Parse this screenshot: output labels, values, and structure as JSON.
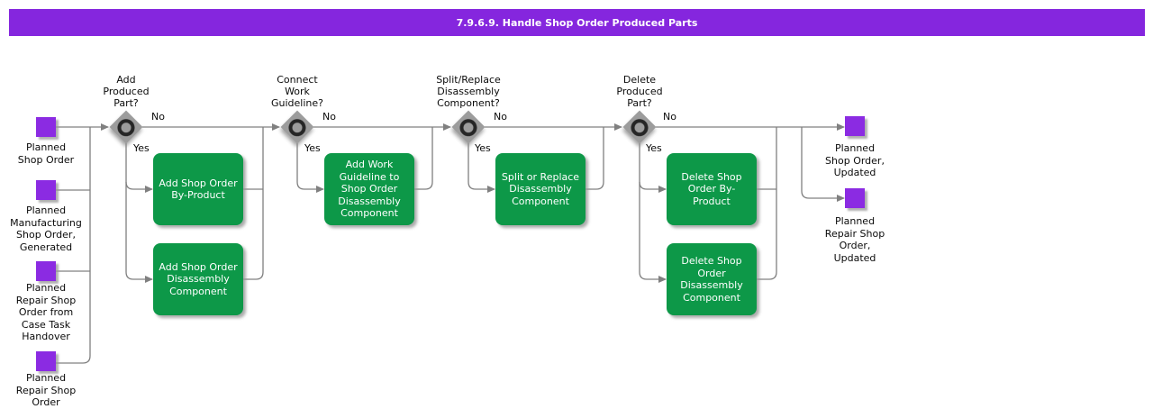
{
  "title": "7.9.6.9. Handle Shop Order Produced Parts",
  "colors": {
    "banner_purple": "#8526DE",
    "node_purple": "#8B2BE2",
    "activity_green": "#0D9848",
    "connector_gray": "#808080",
    "gateway_gray": "#9C9C9C",
    "gateway_ring": "#262626",
    "label_text": "#0A0A0A",
    "activity_text": "#FFFFFF"
  },
  "inputs": [
    {
      "label": "Planned\nShop Order"
    },
    {
      "label": "Planned\nManufacturing\nShop Order,\nGenerated"
    },
    {
      "label": "Planned\nRepair Shop\nOrder from\nCase Task\nHandover"
    },
    {
      "label": "Planned\nRepair Shop\nOrder"
    }
  ],
  "decisions": [
    {
      "question": "Add\nProduced\nPart?",
      "no_label": "No",
      "yes_label": "Yes"
    },
    {
      "question": "Connect\nWork\nGuideline?",
      "no_label": "No",
      "yes_label": "Yes"
    },
    {
      "question": "Split/Replace\nDisassembly\nComponent?",
      "no_label": "No",
      "yes_label": "Yes"
    },
    {
      "question": "Delete\nProduced\nPart?",
      "no_label": "No",
      "yes_label": "Yes"
    }
  ],
  "activities": [
    {
      "label": "Add Shop Order\nBy-Product"
    },
    {
      "label": "Add Shop Order\nDisassembly\nComponent"
    },
    {
      "label": "Add Work\nGuideline to\nShop Order\nDisassembly\nComponent"
    },
    {
      "label": "Split or Replace\nDisassembly\nComponent"
    },
    {
      "label": "Delete Shop\nOrder By-\nProduct"
    },
    {
      "label": "Delete Shop\nOrder\nDisassembly\nComponent"
    }
  ],
  "outputs": [
    {
      "label": "Planned\nShop Order,\nUpdated"
    },
    {
      "label": "Planned\nRepair Shop\nOrder,\nUpdated"
    }
  ]
}
